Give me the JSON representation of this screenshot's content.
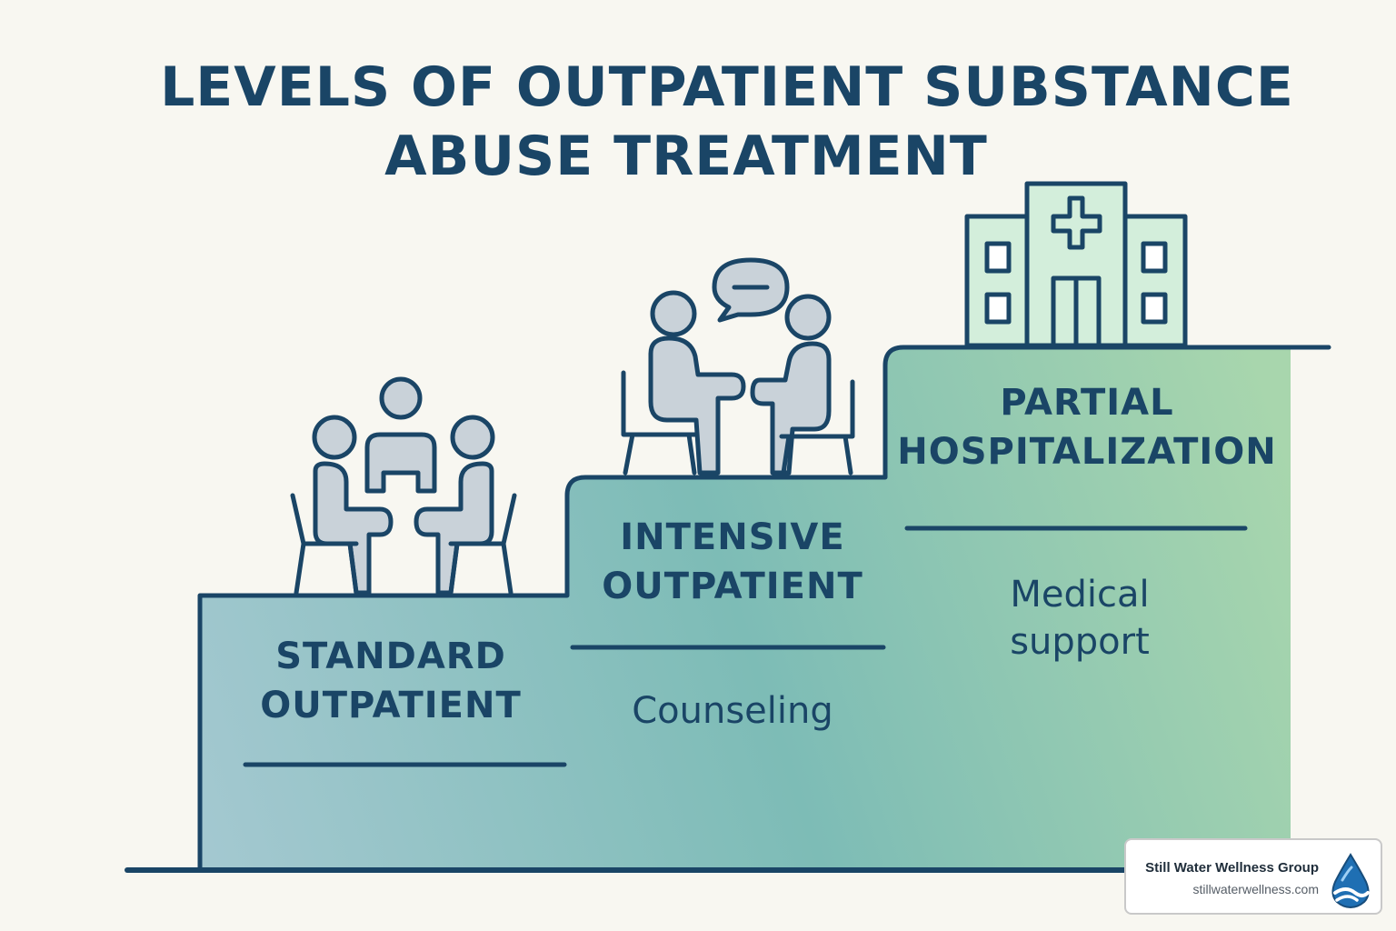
{
  "title": {
    "line1": "LEVELS OF OUTPATIENT SUBSTANCE",
    "line2": "ABUSE TREATMENT"
  },
  "steps": [
    {
      "label_line1": "STANDARD",
      "label_line2": "OUTPATIENT",
      "icon": "group-therapy-icon"
    },
    {
      "label_line1": "INTENSIVE",
      "label_line2": "OUTPATIENT",
      "description": "Counseling",
      "icon": "counseling-icon"
    },
    {
      "label_line1": "PARTIAL",
      "label_line2": "HOSPITALIZATION",
      "description_line1": "Medical",
      "description_line2": "support",
      "icon": "hospital-icon"
    }
  ],
  "brand": {
    "name": "Still Water Wellness Group",
    "url": "stillwaterwellness.com",
    "logo": "water-drop-icon"
  },
  "colors": {
    "ink": "#1a4566",
    "icon_fill": "#c9d2d9",
    "hospital_fill": "#d3eedb",
    "step_left": "#a3c8d0",
    "step_mid": "#7dbcb6",
    "step_right": "#a8d6ad",
    "background": "#f8f7f1"
  }
}
